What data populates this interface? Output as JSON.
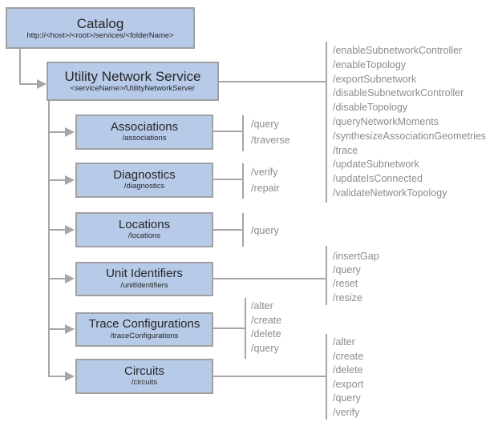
{
  "colors": {
    "box_fill": "#b7cbe9",
    "box_border": "#a0a0a0",
    "line": "#a6a6a6",
    "title_text": "#262626",
    "ops_text": "#8c8c8c"
  },
  "nodes": {
    "catalog": {
      "title": "Catalog",
      "subtitle": "http://<host>/<root>/services/<folderName>"
    },
    "utility_network_service": {
      "title": "Utility Network Service",
      "subtitle": "<serviceName>/UtilityNetworkServer"
    },
    "associations": {
      "title": "Associations",
      "subtitle": "/associations"
    },
    "diagnostics": {
      "title": "Diagnostics",
      "subtitle": "/diagnostics"
    },
    "locations": {
      "title": "Locations",
      "subtitle": "/locations"
    },
    "unit_identifiers": {
      "title": "Unit Identifiers",
      "subtitle": "/unitIdentifiers"
    },
    "trace_configurations": {
      "title": "Trace Configurations",
      "subtitle": "/traceConfigurations"
    },
    "circuits": {
      "title": "Circuits",
      "subtitle": "/circuits"
    }
  },
  "operations": {
    "utility_network_service": [
      "/enableSubnetworkController",
      "/enableTopology",
      "/exportSubnetwork",
      "/disableSubnetworkController",
      "/disableTopology",
      "/queryNetworkMoments",
      "/synthesizeAssociationGeometries",
      "/trace",
      "/updateSubnetwork",
      "/updateIsConnected",
      "/validateNetworkTopology"
    ],
    "associations": [
      "/query",
      "/traverse"
    ],
    "diagnostics": [
      "/verify",
      "/repair"
    ],
    "locations": [
      "/query"
    ],
    "unit_identifiers": [
      "/insertGap",
      "/query",
      "/reset",
      "/resize"
    ],
    "trace_configurations": [
      "/alter",
      "/create",
      "/delete",
      "/query"
    ],
    "circuits": [
      "/alter",
      "/create",
      "/delete",
      "/export",
      "/query",
      "/verify"
    ]
  }
}
